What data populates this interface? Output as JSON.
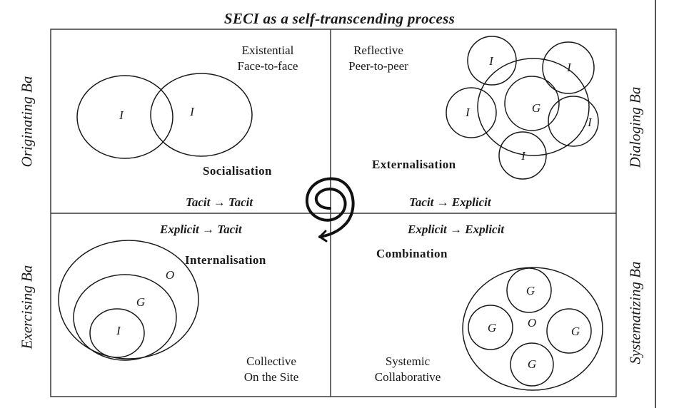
{
  "title": "SECI as a self-transcending process",
  "side_labels": {
    "left_top": "Originating Ba",
    "left_bottom": "Exercising Ba",
    "right_top": "Dialoging Ba",
    "right_bottom": "Systematizing Ba"
  },
  "quadrants": {
    "socialisation": {
      "qualifiers": [
        "Existential",
        "Face-to-face"
      ],
      "process": "Socialisation",
      "conversion": "Tacit → Tacit",
      "circle_labels": [
        "I",
        "I"
      ]
    },
    "externalisation": {
      "qualifiers": [
        "Reflective",
        "Peer-to-peer"
      ],
      "process": "Externalisation",
      "conversion": "Tacit → Explicit",
      "circle_labels": [
        "I",
        "I",
        "I",
        "I",
        "I",
        "G"
      ]
    },
    "internalisation": {
      "qualifiers": [
        "Collective",
        "On the Site"
      ],
      "process": "Internalisation",
      "conversion": "Explicit → Tacit",
      "circle_labels": [
        "O",
        "G",
        "I"
      ]
    },
    "combination": {
      "qualifiers": [
        "Systemic",
        "Collaborative"
      ],
      "process": "Combination",
      "conversion": "Explicit → Explicit",
      "circle_labels": [
        "G",
        "G",
        "O",
        "G",
        "G"
      ]
    }
  },
  "colors": {
    "ink": "#1a1a1a",
    "grid": "#3a3a3a",
    "side_bar": "#555555"
  }
}
